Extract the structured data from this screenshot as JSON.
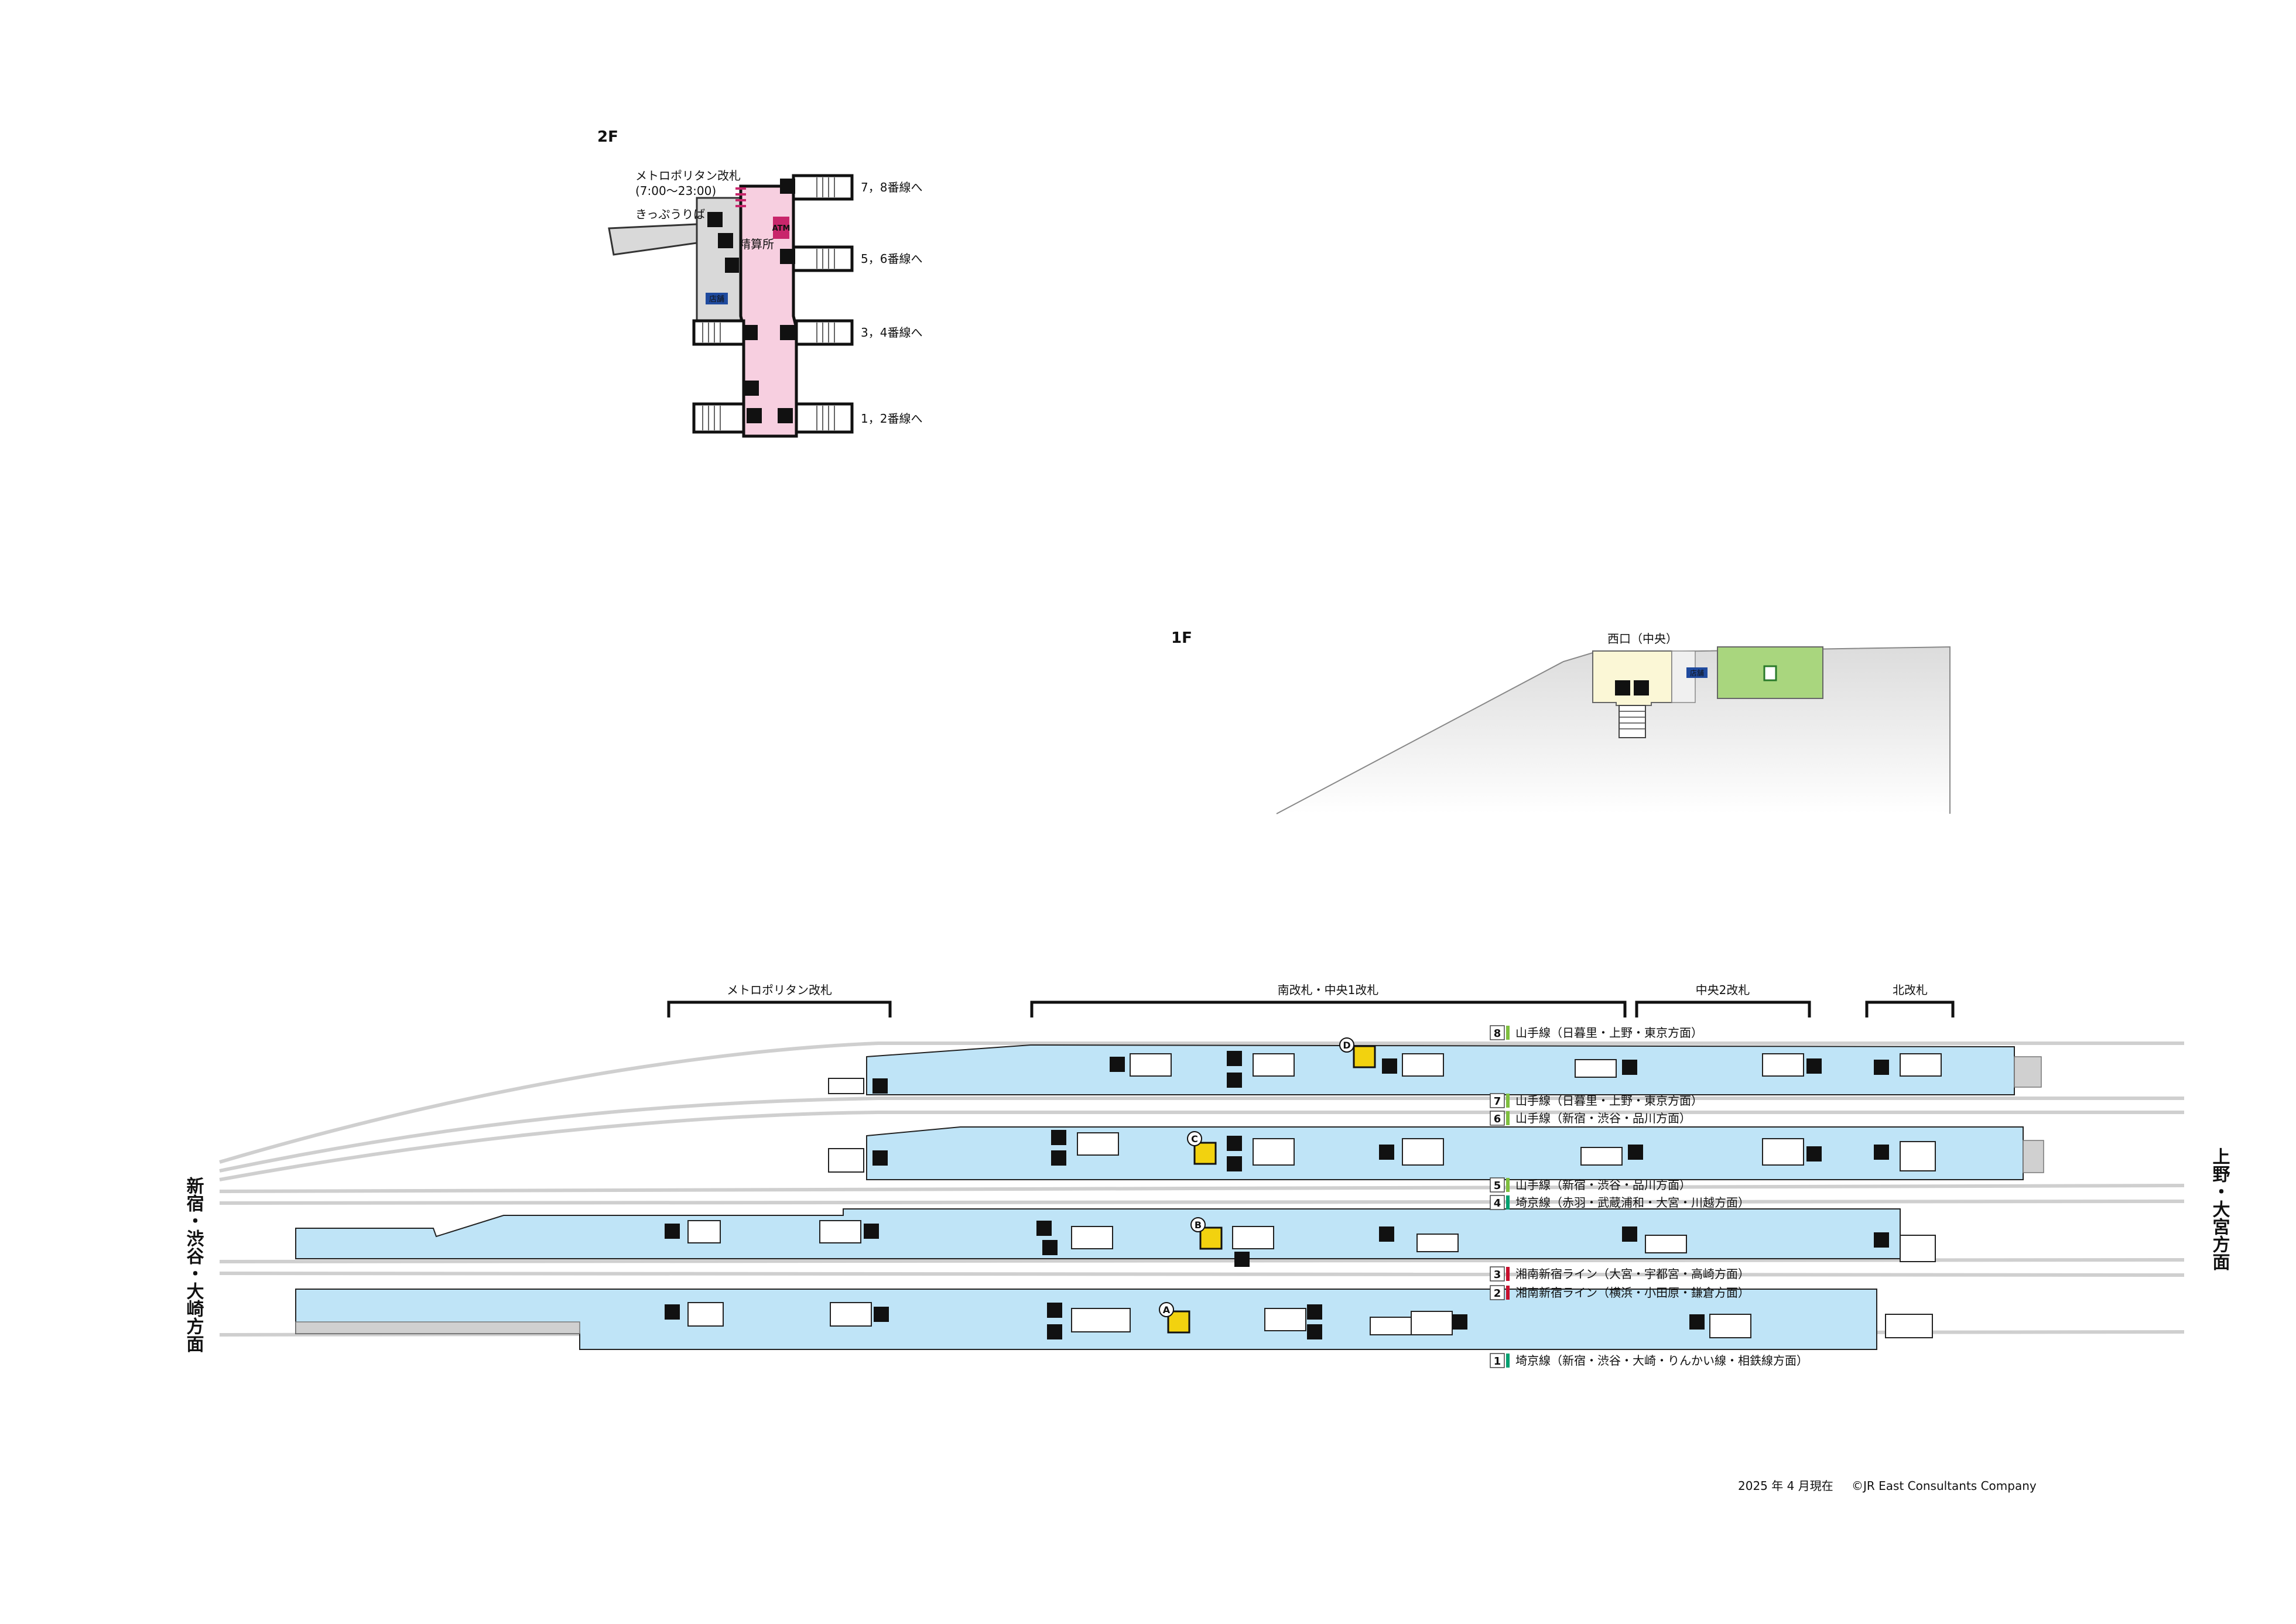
{
  "floor_2f": {
    "label": "2F",
    "metro_gate_label": "メトロポリタン改札",
    "metro_gate_hours": "(7:00〜23:00)",
    "ticket_label": "きっぷうりば",
    "fare_adjust_label": "精算所",
    "atm_label": "ATM",
    "shop_label": "店舗",
    "to_platforms": [
      "7，8番線へ",
      "5，6番線へ",
      "3，4番線へ",
      "1，2番線へ"
    ]
  },
  "floor_1f": {
    "label": "1F",
    "west_exit_label": "西口（中央）",
    "shop_label": "店舗"
  },
  "gates": [
    "メトロポリタン改札",
    "南改札・中央1改札",
    "中央2改札",
    "北改札"
  ],
  "directions": {
    "left": "新宿・渋谷・大崎方面",
    "right": "上野・大宮方面"
  },
  "tracks": [
    {
      "number": "8",
      "text": "山手線（日暮里・上野・東京方面）",
      "color": "#7fbf3f"
    },
    {
      "number": "7",
      "text": "山手線（日暮里・上野・東京方面）",
      "color": "#7fbf3f"
    },
    {
      "number": "6",
      "text": "山手線（新宿・渋谷・品川方面）",
      "color": "#7fbf3f"
    },
    {
      "number": "5",
      "text": "山手線（新宿・渋谷・品川方面）",
      "color": "#7fbf3f"
    },
    {
      "number": "4",
      "text": "埼京線（赤羽・武蔵浦和・大宮・川越方面）",
      "color": "#00a070"
    },
    {
      "number": "3",
      "text": "湘南新宿ライン（大宮・宇都宮・高崎方面）",
      "color": "#c8102e"
    },
    {
      "number": "2",
      "text": "湘南新宿ライン（横浜・小田原・鎌倉方面）",
      "color": "#c8102e"
    },
    {
      "number": "1",
      "text": "埼京線（新宿・渋谷・大崎・りんかい線・相鉄線方面）",
      "color": "#00a070"
    }
  ],
  "exits": [
    "A",
    "B",
    "C",
    "D"
  ],
  "footer": {
    "date": "2025 年 4 月現在",
    "copyright": "©JR East Consultants Company"
  },
  "colors": {
    "platform": "#bfe4f7",
    "concourse_pink": "#f7cfe0",
    "west_exit": "#fbf7d6",
    "green_area": "#a9d67e",
    "ground": "#e6e6e6"
  },
  "icons": [
    "escalator-icon",
    "elevator-icon",
    "toilet-icon",
    "stairs-icon",
    "ticket-machine-icon",
    "atm-icon",
    "shop-icon"
  ]
}
